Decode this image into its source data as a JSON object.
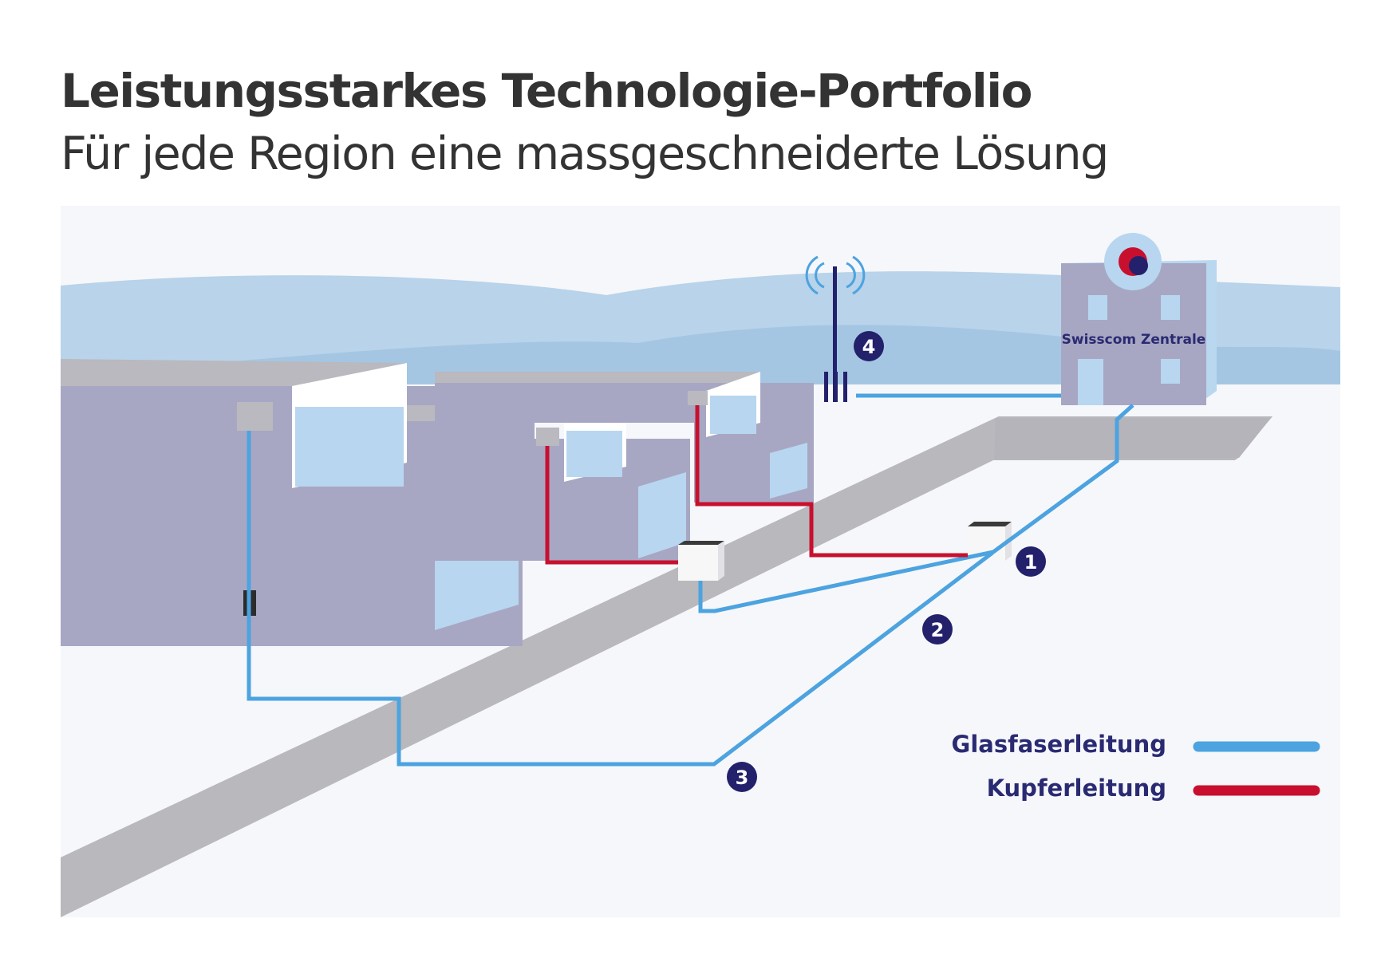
{
  "title": "Leistungsstarkes Technologie-Portfolio",
  "subtitle": "Für jede Region eine massgeschneiderte Lösung",
  "headquarters": {
    "label": "Swisscom Zentrale",
    "logo_icon": "swisscom-logo-icon"
  },
  "markers": [
    "1",
    "2",
    "3",
    "4"
  ],
  "legend": [
    {
      "label": "Glasfaserleitung",
      "color": "#4ca3e0"
    },
    {
      "label": "Kupferleitung",
      "color": "#c8102e"
    }
  ],
  "colors": {
    "fiber": "#4ca3e0",
    "copper": "#c8102e",
    "marker": "#23216b",
    "building": "#a7a7c4",
    "sky": "#b7d3ea",
    "road": "#b8b8bd"
  }
}
